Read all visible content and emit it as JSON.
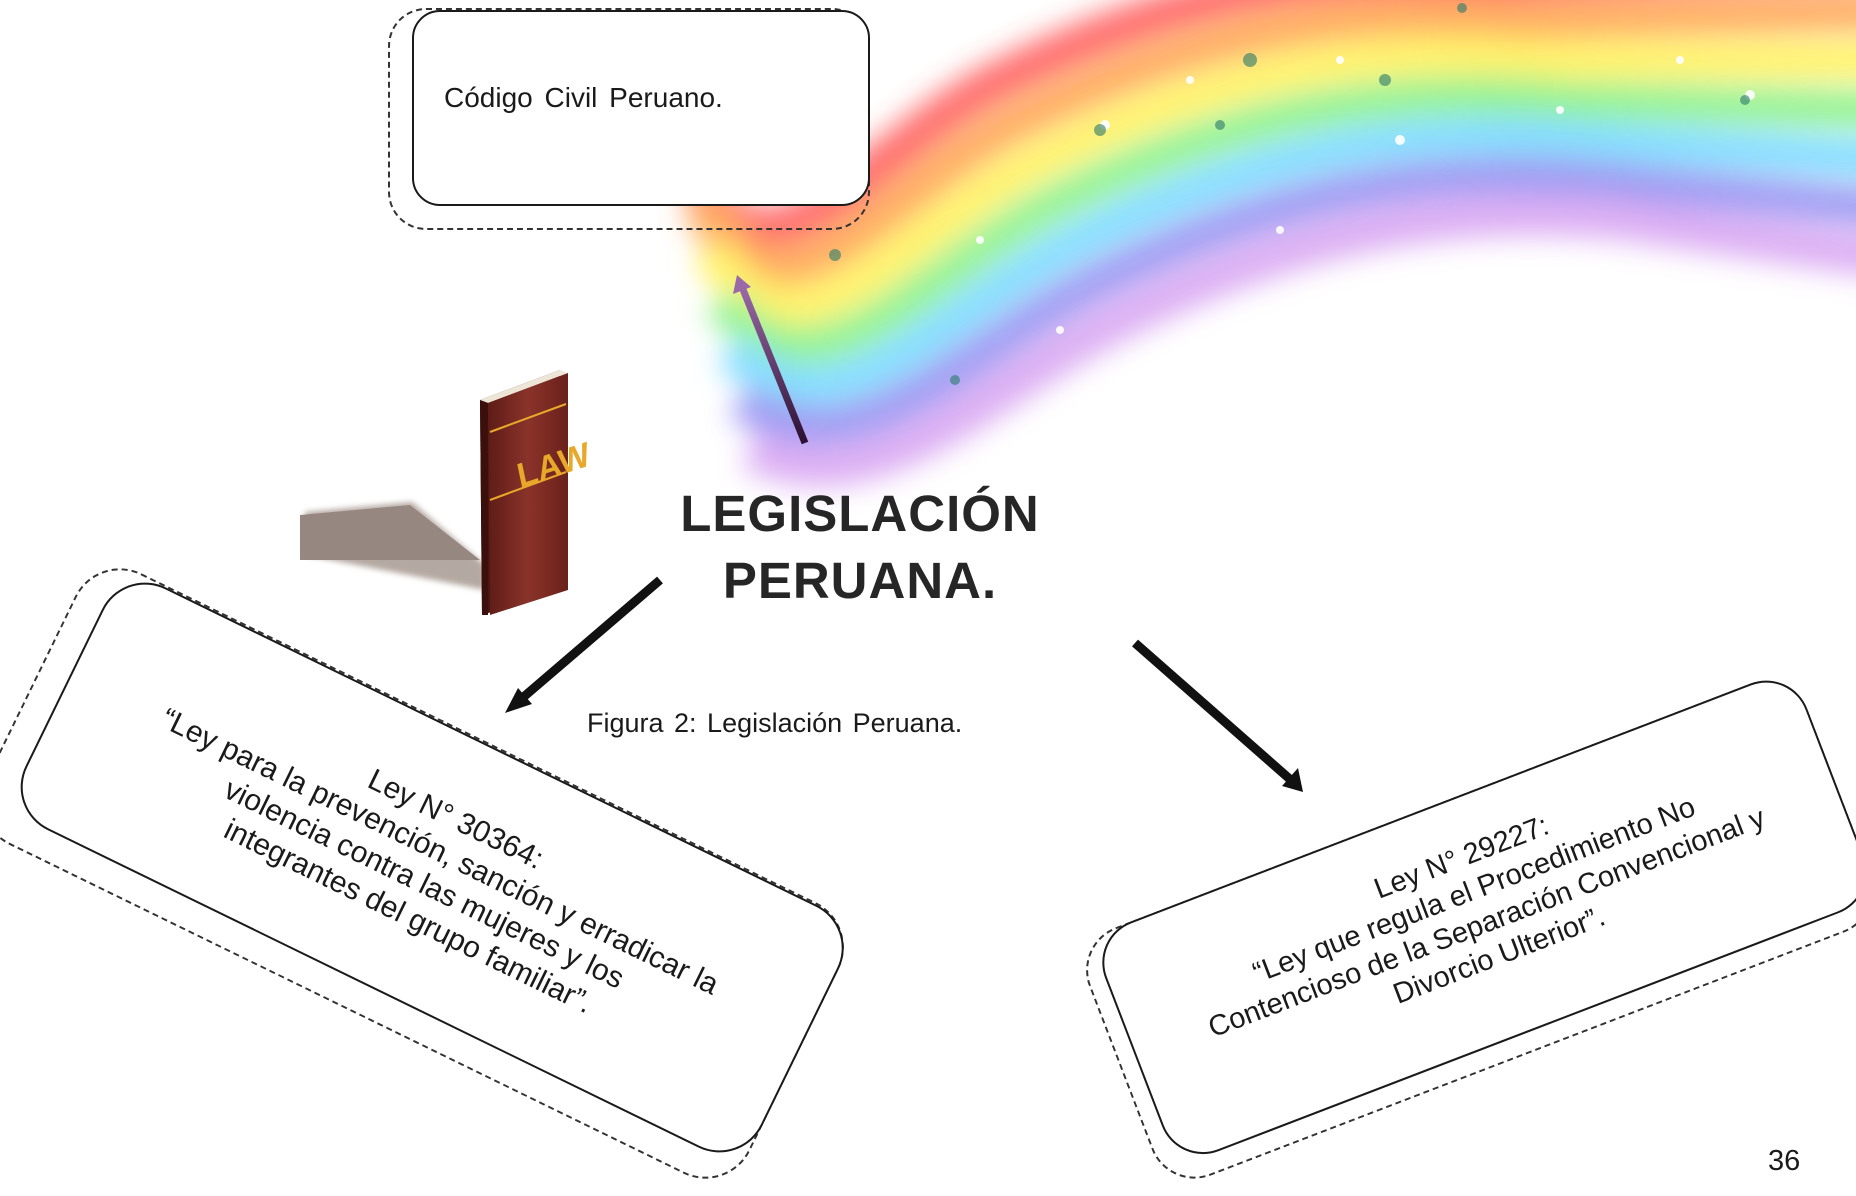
{
  "top_box": {
    "label": "Código Civil Peruano."
  },
  "center": {
    "title_line1": "LEGISLACIÓN",
    "title_line2": "PERUANA."
  },
  "caption": "Figura  2: Legislación Peruana.",
  "left_box": {
    "line1": "Ley N° 30364:",
    "line2": "“Ley para la prevención, sanción y erradicar la",
    "line3": "violencia contra las mujeres y los",
    "line4": "integrantes del grupo familiar”."
  },
  "right_box": {
    "line1": "Ley N° 29227:",
    "line2": "“Ley que regula el Procedimiento No",
    "line3": "Contencioso de la Separación Convencional y",
    "line4": "Divorcio Ulterior”."
  },
  "book": {
    "spine_text": "LAW",
    "icon": "law-book-icon"
  },
  "decoration": {
    "icon": "rainbow-icon"
  },
  "page_number": "36",
  "colors": {
    "book_cover": "#7a2a22",
    "book_text": "#e8a82a",
    "arrow": "#111111"
  }
}
